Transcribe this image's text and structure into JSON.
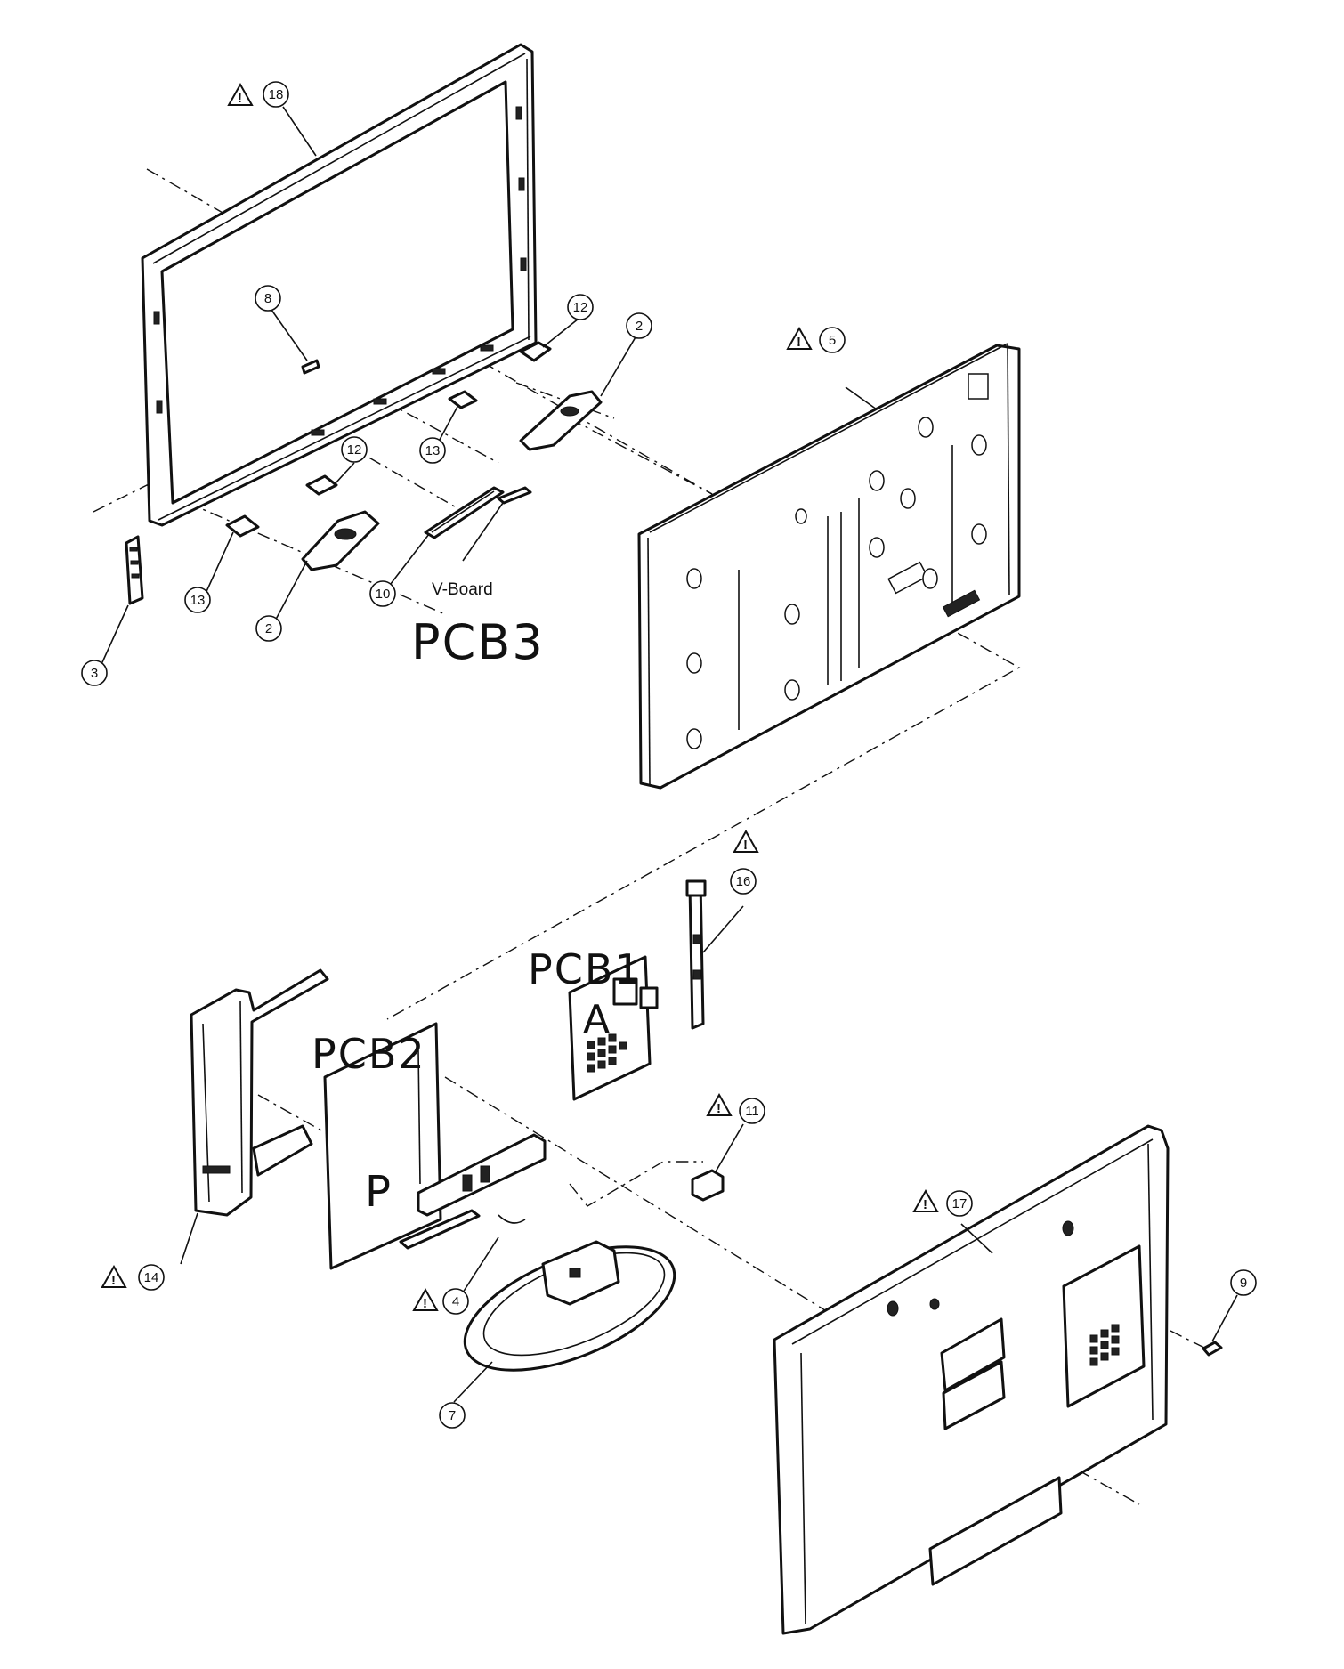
{
  "callouts": [
    {
      "id": "c18",
      "text": "18",
      "warning": true
    },
    {
      "id": "c8",
      "text": "8",
      "warning": false
    },
    {
      "id": "c12a",
      "text": "12",
      "warning": false
    },
    {
      "id": "c2a",
      "text": "2",
      "warning": false
    },
    {
      "id": "c5",
      "text": "5",
      "warning": true
    },
    {
      "id": "c12b",
      "text": "12",
      "warning": false
    },
    {
      "id": "c13a",
      "text": "13",
      "warning": false
    },
    {
      "id": "c13b",
      "text": "13",
      "warning": false
    },
    {
      "id": "c2b",
      "text": "2",
      "warning": false
    },
    {
      "id": "c10",
      "text": "10",
      "warning": false
    },
    {
      "id": "c3",
      "text": "3",
      "warning": false
    },
    {
      "id": "c16",
      "text": "16",
      "warning": false
    },
    {
      "id": "c11",
      "text": "11",
      "warning": true
    },
    {
      "id": "c17",
      "text": "17",
      "warning": true
    },
    {
      "id": "c14",
      "text": "14",
      "warning": true
    },
    {
      "id": "c4",
      "text": "4",
      "warning": true
    },
    {
      "id": "c9",
      "text": "9",
      "warning": false
    },
    {
      "id": "c7",
      "text": "7",
      "warning": false
    }
  ],
  "labels": {
    "v_board": "V-Board",
    "pcb3": "PCB3",
    "pcb1": "PCB1",
    "pcb2": "PCB2",
    "pcb1_mark": "A",
    "pcb2_mark": "P"
  },
  "warning_symbol": "!"
}
